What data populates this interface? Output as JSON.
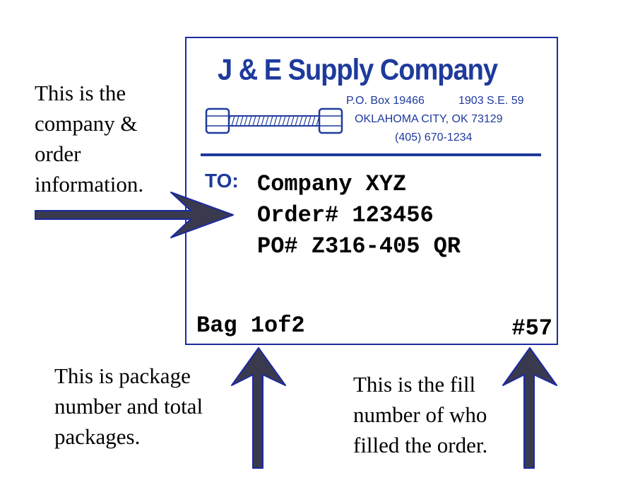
{
  "annotations": {
    "company_info": "This is the\ncompany &\norder\ninformation.",
    "package_info": "This is package\nnumber and total\npackages.",
    "fill_info": "This is the fill\nnumber of who\nfilled the order."
  },
  "label": {
    "company_name": "J & E Supply Company",
    "po_box": "P.O. Box 19466",
    "street": "1903 S.E. 59",
    "city": "OKLAHOMA CITY, OK 73129",
    "phone": "(405) 670-1234",
    "to_label": "TO:",
    "ship_company": "Company XYZ",
    "order_number": "Order# 123456",
    "po_number": "PO# Z316-405 QR",
    "bag_count": "Bag 1of2",
    "fill_number": "#57"
  },
  "colors": {
    "brand_blue": "#1e3a9c",
    "label_border": "#1c2aa0",
    "arrow_fill": "#3a3a4e",
    "arrow_outline": "#1c2aa0"
  },
  "icons": [
    "bolt-logo-icon",
    "right-arrow-icon",
    "up-arrow-icon"
  ]
}
